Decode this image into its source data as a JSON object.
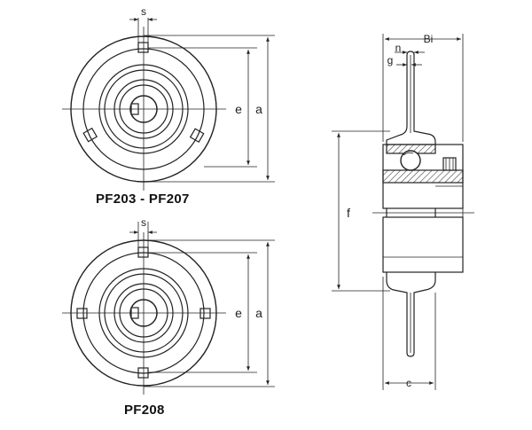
{
  "captions": {
    "top_model": "PF203 - PF207",
    "bottom_model": "PF208"
  },
  "dimension_labels": {
    "s": "s",
    "e": "e",
    "a": "a",
    "Bi": "Bi",
    "n": "n",
    "g": "g",
    "f": "f",
    "c": "c"
  },
  "colors": {
    "line": "#222222",
    "hatch": "#444444",
    "background": "#ffffff"
  }
}
